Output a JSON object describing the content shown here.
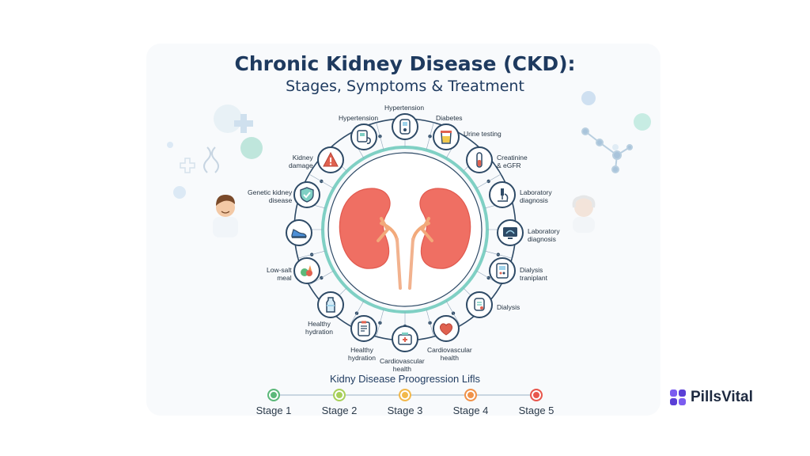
{
  "title": {
    "line1": "Chronic Kidney Disease (CKD):",
    "line2": "Stages, Symptoms & Treatment"
  },
  "ring_labels": [
    {
      "id": "hypertension-1",
      "text": "Hypertension",
      "icon": "blood-pressure-monitor-icon"
    },
    {
      "id": "hypertension-2",
      "text": "Hypertension",
      "icon": "glucose-meter-icon"
    },
    {
      "id": "diabetes",
      "text": "Diabetes",
      "icon": "urine-cup-icon"
    },
    {
      "id": "urine-testing",
      "text": "Urine testing",
      "icon": ""
    },
    {
      "id": "creatinine-egfr",
      "text": "Creatinine\n& eGFR",
      "icon": "test-tube-icon"
    },
    {
      "id": "laboratory-diagnosis-1",
      "text": "Laboratory\ndiagnosis",
      "icon": "microscope-icon"
    },
    {
      "id": "laboratory-diagnosis-2",
      "text": "Laboratory\ndiagnosis",
      "icon": "ultrasound-monitor-icon"
    },
    {
      "id": "dialysis-transplant",
      "text": "Dialysis\ntraniplant",
      "icon": "dialysis-machine-icon"
    },
    {
      "id": "dialysis",
      "text": "Dialysis",
      "icon": "dialysis-bag-icon"
    },
    {
      "id": "cardiovascular-health-1",
      "text": "Cardiovascular\nhealth",
      "icon": "heart-icon"
    },
    {
      "id": "cardiovascular-health-2",
      "text": "Cardiovascular\nhealth",
      "icon": "medicine-box-icon"
    },
    {
      "id": "healthy-hydration-1",
      "text": "Healthy\nhydration",
      "icon": "clipboard-icon"
    },
    {
      "id": "healthy-hydration-2",
      "text": "Healthy\nhydration",
      "icon": "water-bottle-icon"
    },
    {
      "id": "low-salt-meal",
      "text": "Low-salt\nmeal",
      "icon": "vegetables-icon"
    },
    {
      "id": "exercise",
      "text": "",
      "icon": "sneaker-icon"
    },
    {
      "id": "genetic-kidney-disease",
      "text": "Genetic kidney\ndisease",
      "icon": "shield-check-icon"
    },
    {
      "id": "kidney-damage",
      "text": "Kidney\ndamage",
      "icon": "warning-icon"
    }
  ],
  "progression": {
    "title": "Kidny Disease Proogression Lifls",
    "stages": [
      {
        "label": "Stage 1",
        "color": "#5cb87a"
      },
      {
        "label": "Stage 2",
        "color": "#a8cf5a"
      },
      {
        "label": "Stage 3",
        "color": "#f2b84b"
      },
      {
        "label": "Stage 4",
        "color": "#f0924a"
      },
      {
        "label": "Stage 5",
        "color": "#e8574d"
      }
    ]
  },
  "brand": {
    "name": "PillsVital",
    "color": "#6b4ae0"
  },
  "colors": {
    "ring": "#7fd0c4",
    "kidney": "#ef6f63",
    "dark": "#2e4a66"
  }
}
